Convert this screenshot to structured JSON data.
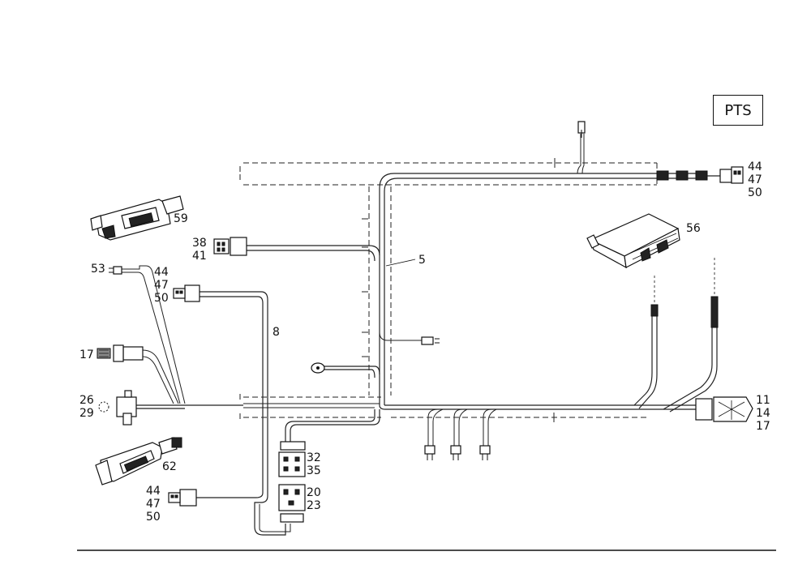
{
  "badge": "PTS",
  "labels": {
    "harness_main": "5",
    "harness_left": "8",
    "conn_top_right": [
      "44",
      "47",
      "50"
    ],
    "control_unit": "56",
    "switch_top": "59",
    "conn_38_41": [
      "38",
      "41"
    ],
    "sensor_53": "53",
    "conn_left_mid": [
      "44",
      "47",
      "50"
    ],
    "conn_17": "17",
    "conn_26_29": [
      "26",
      "29"
    ],
    "switch_62": "62",
    "conn_left_bottom": [
      "44",
      "47",
      "50"
    ],
    "relay_32_35": [
      "32",
      "35"
    ],
    "relay_20_23": [
      "20",
      "23"
    ],
    "conn_right": [
      "11",
      "14",
      "17"
    ]
  }
}
